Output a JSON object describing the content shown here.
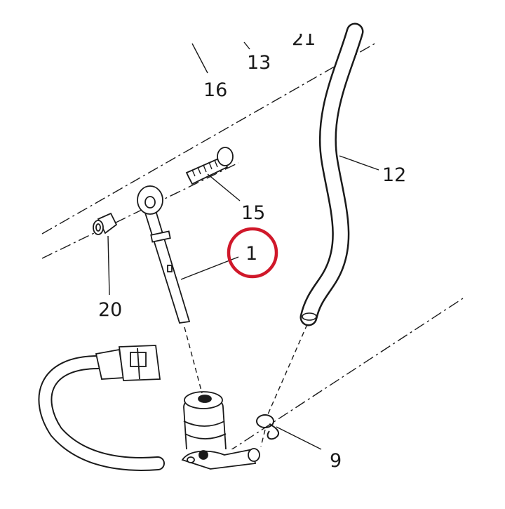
{
  "diagram": {
    "callouts": {
      "p16": "16",
      "p13": "13",
      "p21": "21",
      "p12": "12",
      "p15": "15",
      "p1": "1",
      "p20": "20",
      "p9": "9"
    },
    "highlight_color": "#d0182a",
    "line_color": "#1a1a1a"
  }
}
